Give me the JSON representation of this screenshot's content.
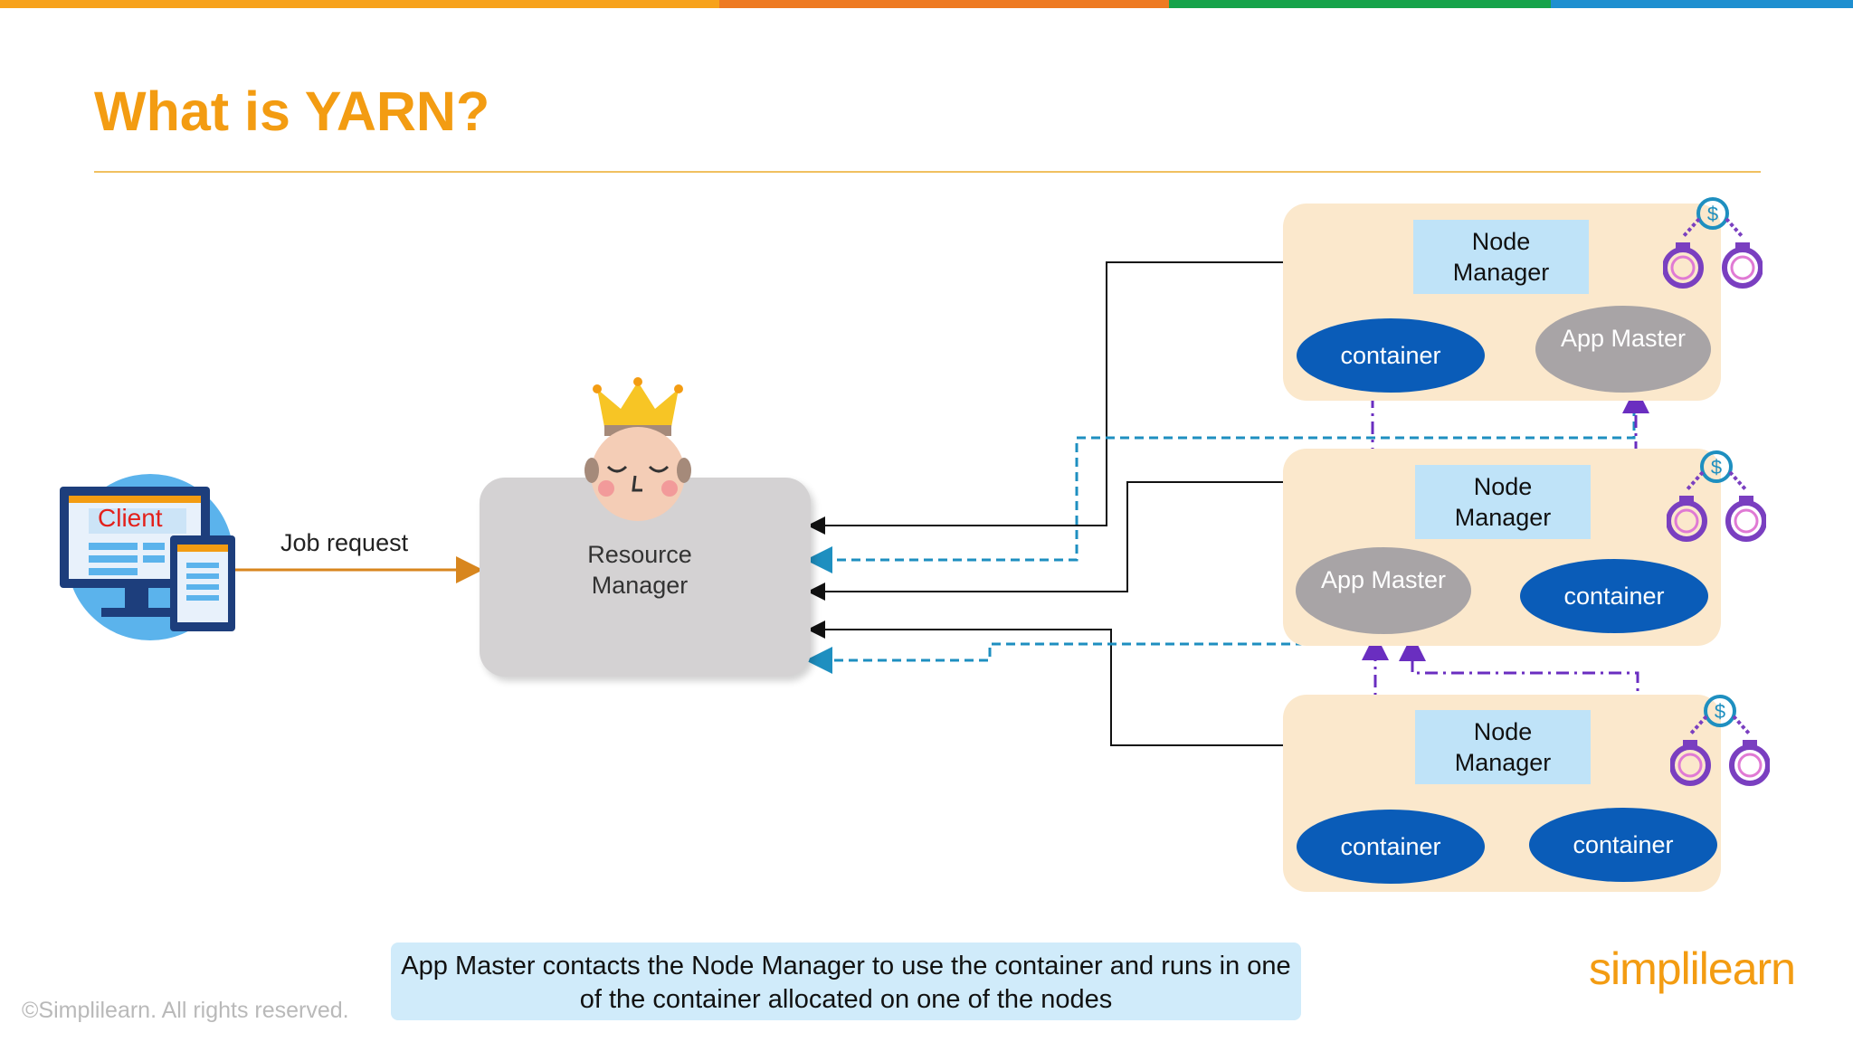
{
  "slide": {
    "title": "What is YARN?",
    "job_request": "Job request",
    "client_label": "Client",
    "resource_manager": "Resource\nManager",
    "caption": "App Master contacts the Node Manager to use the container and runs in one of the container allocated on one of the nodes",
    "copyright": "©Simplilearn. All rights reserved.",
    "logo_text": "simplilearn"
  },
  "nodes": [
    {
      "manager": "Node\nManager",
      "left": "container",
      "right": "App Master"
    },
    {
      "manager": "Node\nManager",
      "left": "App Master",
      "right": "container"
    },
    {
      "manager": "Node\nManager",
      "left": "container",
      "right": "container"
    }
  ],
  "colors": {
    "title": "#f39c12",
    "container": "#0a5cb8",
    "app_master": "#a8a4a6",
    "node_panel": "#fbe8cc",
    "node_manager": "#bfe3f8",
    "request_arrow": "#d8861e",
    "dashed": "#1e8fc0",
    "dash_dot": "#6a2ec0"
  },
  "icons": [
    "client-computer-icon",
    "king-crown-icon",
    "money-resource-icon",
    "simplilearn-logo"
  ]
}
